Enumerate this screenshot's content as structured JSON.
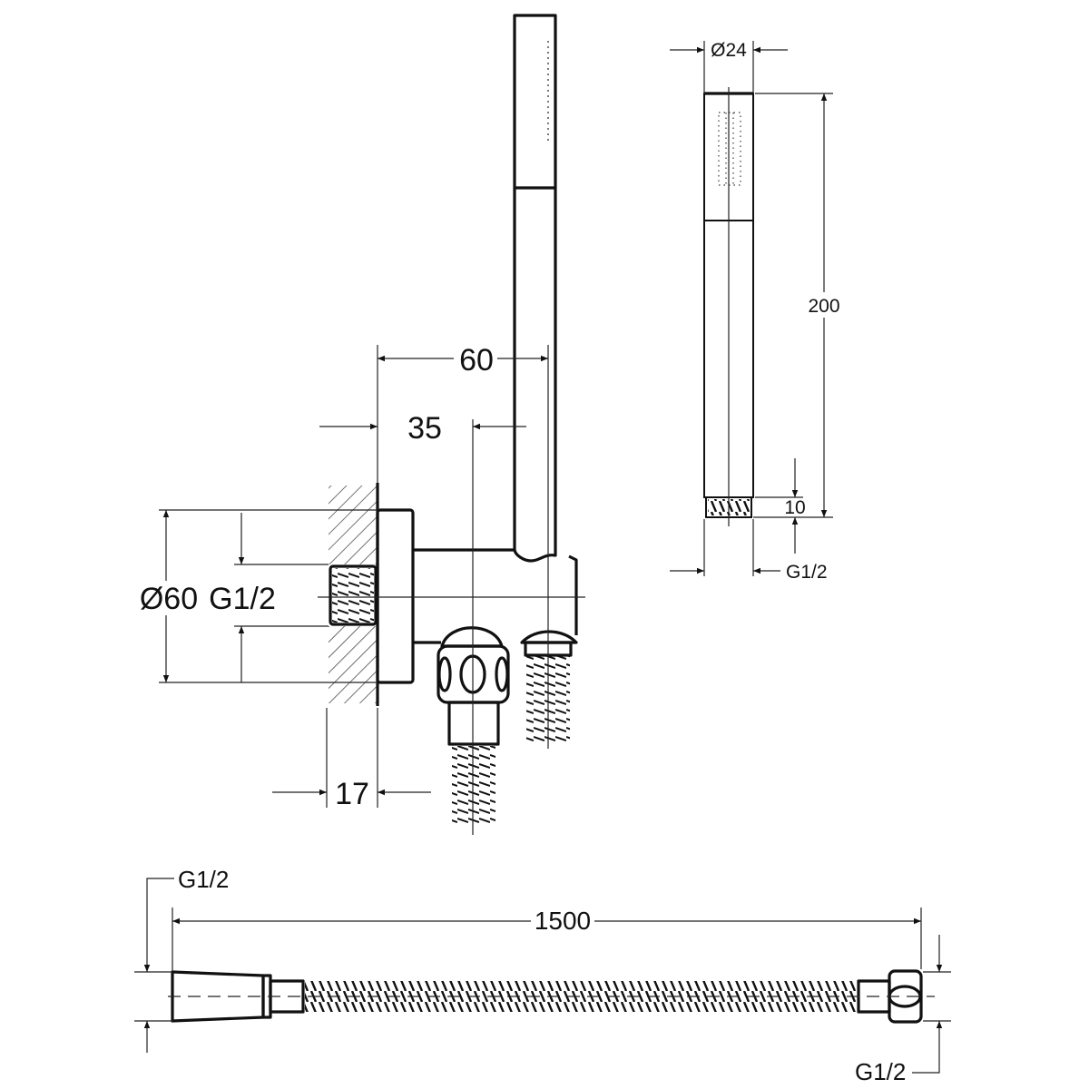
{
  "front_view": {
    "dim_60": "60",
    "dim_35": "35",
    "dim_17": "17",
    "dim_diameter_60": "Ø60",
    "dim_thread": "G1/2"
  },
  "side_view": {
    "dim_diameter_24": "Ø24",
    "dim_200": "200",
    "dim_10": "10",
    "dim_thread": "G1/2"
  },
  "hose_view": {
    "dim_length": "1500",
    "thread_left": "G1/2",
    "thread_right": "G1/2"
  },
  "colors": {
    "line": "#111111",
    "background": "#ffffff"
  }
}
